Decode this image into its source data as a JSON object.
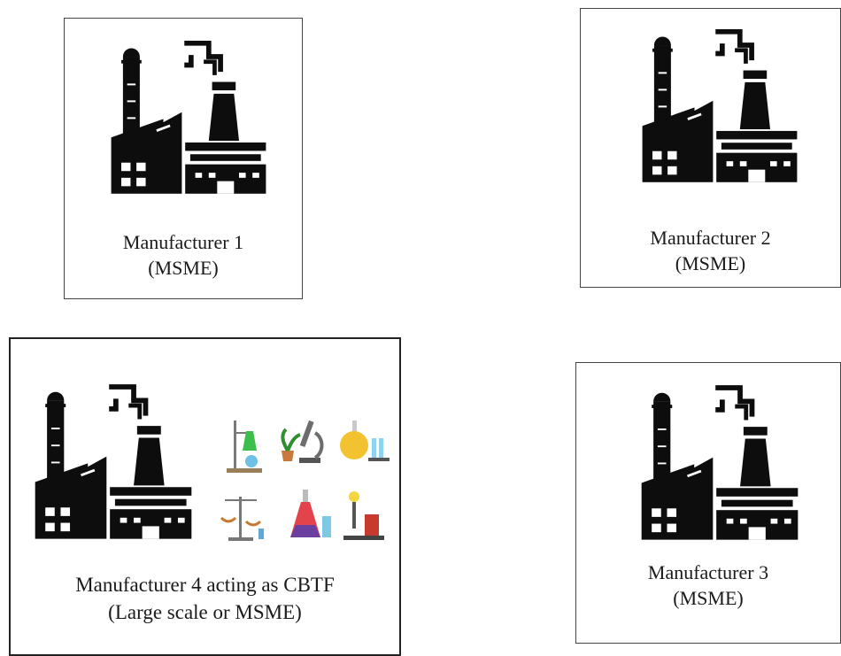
{
  "boxes": [
    {
      "id": "m1",
      "line1": "Manufacturer 1",
      "line2": "(MSME)"
    },
    {
      "id": "m2",
      "line1": "Manufacturer 2",
      "line2": "(MSME)"
    },
    {
      "id": "m4",
      "line1": "Manufacturer 4 acting as CBTF",
      "line2": "(Large scale or MSME)"
    },
    {
      "id": "m3",
      "line1": "Manufacturer 3",
      "line2": "(MSME)"
    }
  ],
  "icons": {
    "factory": "factory-icon",
    "lab": [
      "lab-stand-flask-icon",
      "microscope-plant-icon",
      "round-flask-tubes-icon",
      "balance-scale-icon",
      "erlenmeyer-flask-icon",
      "bunsen-burner-icon"
    ]
  },
  "colors": {
    "icon": "#0d0d0d",
    "border": "#444444"
  }
}
